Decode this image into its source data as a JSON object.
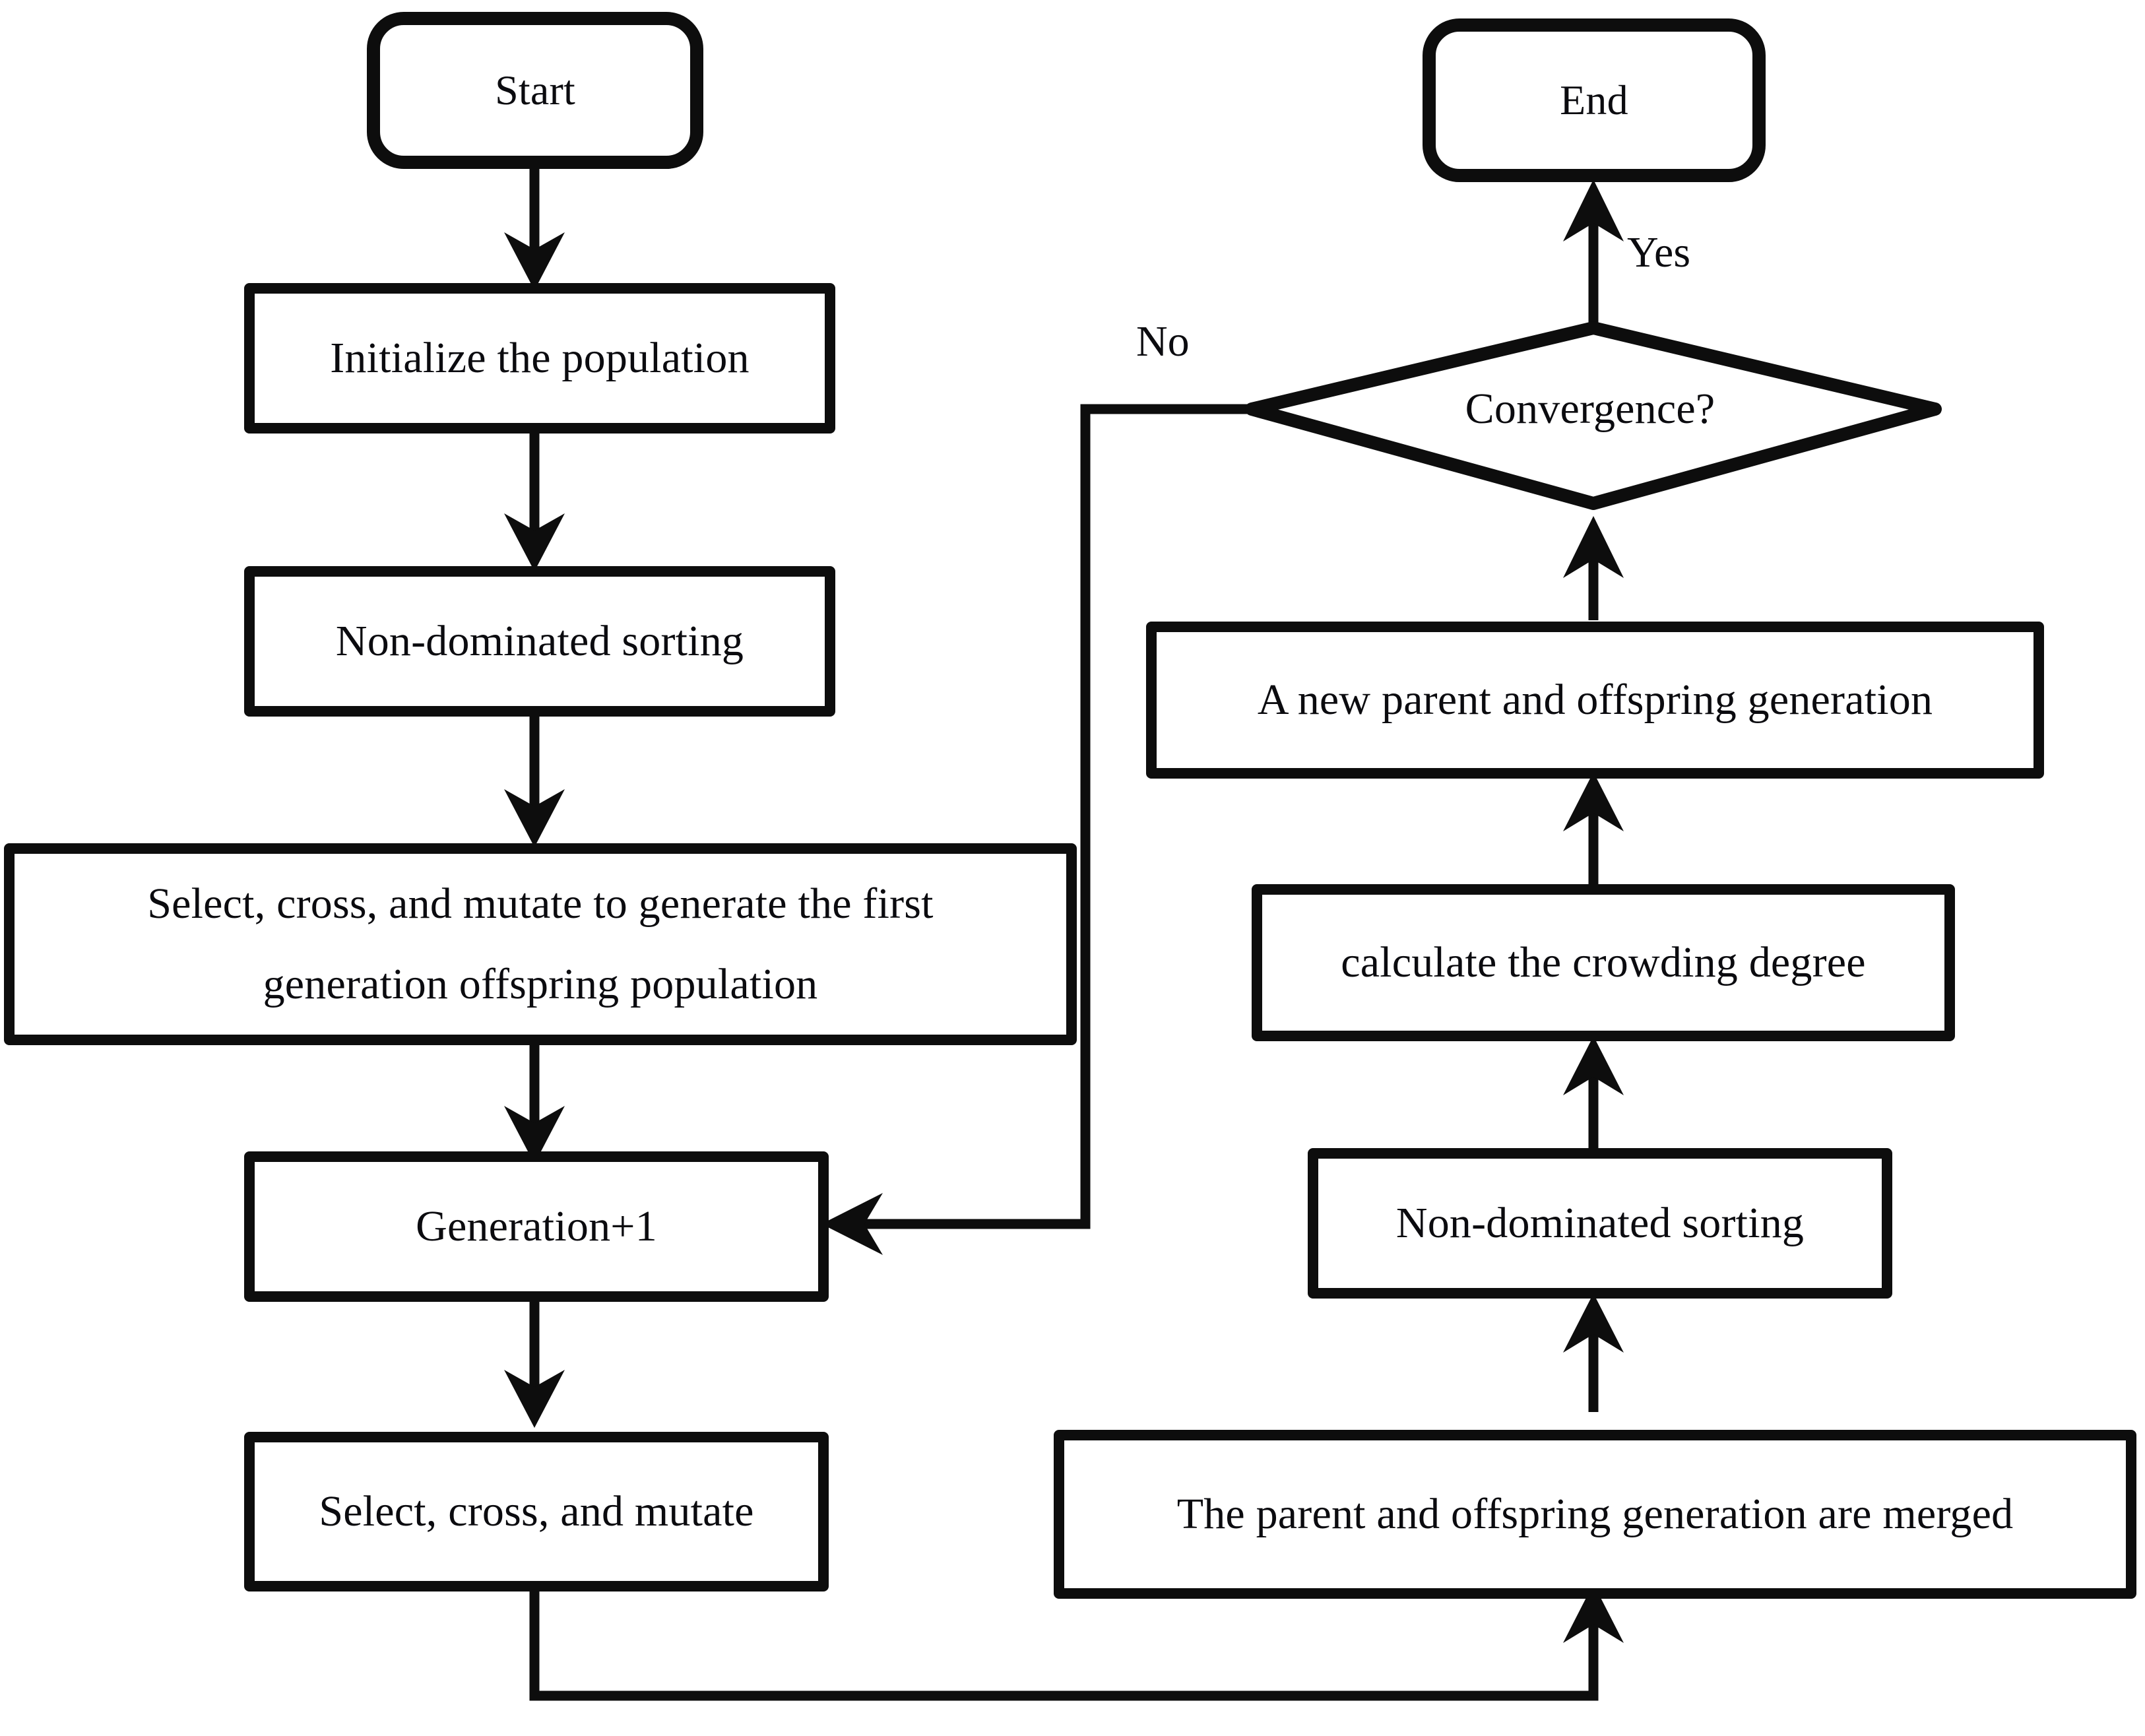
{
  "diagram": {
    "title": "NSGA-II multi-objective optimization algorithm flowchart",
    "colors": {
      "stroke": "#0d0d0d",
      "fill": "#ffffff",
      "text": "#0b0b0f",
      "background": "#ffffff"
    },
    "nodes": [
      {
        "id": "start",
        "type": "terminal",
        "label": "Start"
      },
      {
        "id": "init",
        "type": "process",
        "label": "Initialize the population"
      },
      {
        "id": "nds1",
        "type": "process",
        "label": "Non-dominated sorting"
      },
      {
        "id": "first_gen",
        "type": "process",
        "label": "Select, cross, and mutate to generate the first\ngeneration offspring population"
      },
      {
        "id": "gen_plus",
        "type": "process",
        "label": "Generation+1"
      },
      {
        "id": "select_cross",
        "type": "process",
        "label": "Select, cross, and mutate"
      },
      {
        "id": "merged",
        "type": "process",
        "label": "The parent and offspring generation are merged"
      },
      {
        "id": "nds2",
        "type": "process",
        "label": "Non-dominated sorting"
      },
      {
        "id": "crowding",
        "type": "process",
        "label": "calculate the crowding degree"
      },
      {
        "id": "new_parent",
        "type": "process",
        "label": "A new parent and offspring generation"
      },
      {
        "id": "convergence",
        "type": "decision",
        "label": "Convergence?"
      },
      {
        "id": "end",
        "type": "terminal",
        "label": "End"
      }
    ],
    "edge_labels": [
      {
        "id": "yes",
        "label": "Yes"
      },
      {
        "id": "no",
        "label": "No"
      }
    ],
    "edges": [
      {
        "from": "start",
        "to": "init",
        "label": ""
      },
      {
        "from": "init",
        "to": "nds1",
        "label": ""
      },
      {
        "from": "nds1",
        "to": "first_gen",
        "label": ""
      },
      {
        "from": "first_gen",
        "to": "gen_plus",
        "label": ""
      },
      {
        "from": "gen_plus",
        "to": "select_cross",
        "label": ""
      },
      {
        "from": "select_cross",
        "to": "merged",
        "label": ""
      },
      {
        "from": "merged",
        "to": "nds2",
        "label": ""
      },
      {
        "from": "nds2",
        "to": "crowding",
        "label": ""
      },
      {
        "from": "crowding",
        "to": "new_parent",
        "label": ""
      },
      {
        "from": "new_parent",
        "to": "convergence",
        "label": ""
      },
      {
        "from": "convergence",
        "to": "end",
        "label": "Yes"
      },
      {
        "from": "convergence",
        "to": "gen_plus",
        "label": "No"
      }
    ]
  }
}
